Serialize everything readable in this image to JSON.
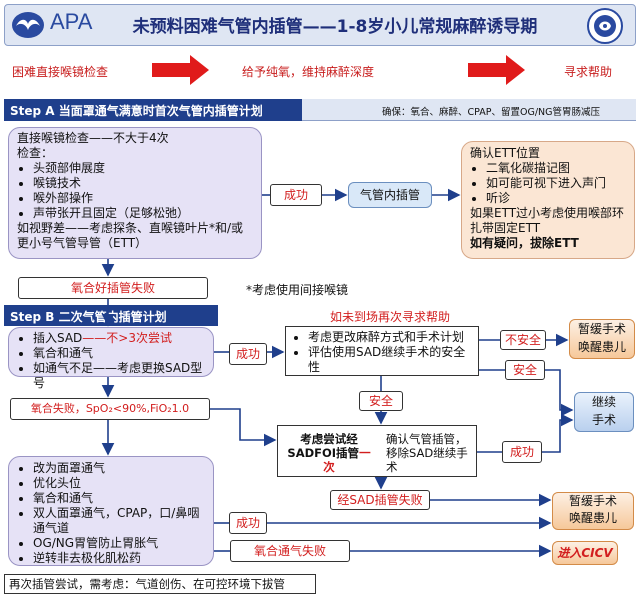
{
  "header": {
    "logo_text": "APA",
    "title": "未预料困难气管内插管——1-8岁小儿常规麻醉诱导期"
  },
  "flow": {
    "step1": "困难直接喉镜检查",
    "step2": "给予纯氧，维持麻醉深度",
    "step3": "寻求帮助"
  },
  "step_a": {
    "label": "Step A 当面罩通气满意时首次气管内插管计划",
    "ensure": "确保：氧合、麻醉、CPAP、留置OG/NG管胃肠减压",
    "main_box": {
      "line1": "直接喉镜检查——不大于4次",
      "line2": "检查：",
      "bullets": [
        "头颈部伸展度",
        "喉镜技术",
        "喉外部操作",
        "声带张开且固定（足够松弛）"
      ],
      "line3": "如视野差——考虑探条、直喉镜叶片*和/或更小号气管导管（ETT）"
    },
    "success": "成功",
    "intubation": "气管内插管",
    "confirm_box": {
      "line1": "确认ETT位置",
      "bullets": [
        "二氧化碳描记图",
        "如可能可视下进入声门",
        "听诊"
      ],
      "line2": "如果ETT过小考虑使用喉部环扎带固定ETT",
      "line3": "如有疑问，拔除ETT"
    },
    "fail": "氧合好插管失败",
    "note": "*考虑使用间接喉镜"
  },
  "step_b": {
    "label": "Step B 二次气管内插管计划",
    "help_note": "如未到场再次寻求帮助",
    "sad_box": {
      "b1_prefix": "插入SAD",
      "b1_red": "——不>3次尝试",
      "b2": "氧合和通气",
      "b3": "如通气不足——考虑更换SAD型号"
    },
    "success": "成功",
    "consider_box": {
      "b1": "考虑更改麻醉方式和手术计划",
      "b2": "评估使用SAD继续手术的安全性"
    },
    "unsafe": "不安全",
    "safe_right": "安全",
    "pause_wake_1": "暂缓手术\n唤醒患儿",
    "continue": "继续\n手术",
    "safe_mid": "安全",
    "oxy_fail": "氧合失败，SpO₂<90%,FiO₂1.0",
    "sadfoi_box": {
      "left": "考虑尝试经SADFOI插管",
      "left_red": "一次",
      "right": "确认气管插管，移除SAD继续手术"
    },
    "success2": "成功",
    "sad_fail": "经SAD插管失败",
    "pause_wake_2": "暂缓手术\n唤醒患儿",
    "rescue_box": {
      "bullets": [
        "改为面罩通气",
        "优化头位",
        "氧合和通气",
        "双人面罩通气，CPAP，口/鼻咽通气道",
        "OG/NG胃管防止胃胀气",
        "逆转非去极化肌松药"
      ]
    },
    "success3": "成功",
    "oxy_vent_fail": "氧合通气失败",
    "cicv": "进入CICV",
    "footer": "再次插管尝试，需考虑：气道创伤、在可控环境下拔管"
  },
  "colors": {
    "brand_blue": "#1f3f8c",
    "alert_red": "#d21e1e",
    "lavender": "#e6e2f6",
    "peach": "#fbe6d4"
  }
}
